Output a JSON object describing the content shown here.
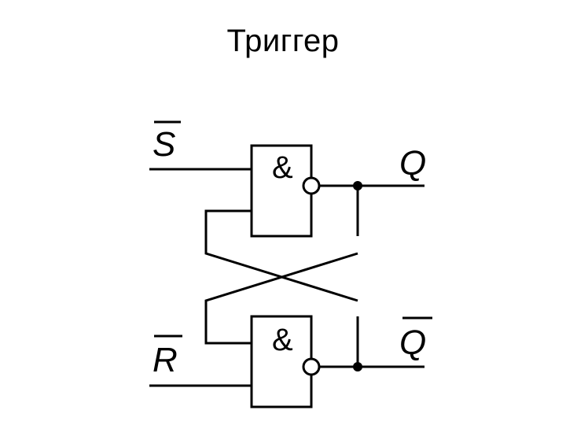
{
  "title": "Триггер",
  "diagram": {
    "gates": [
      {
        "symbol": "&"
      },
      {
        "symbol": "&"
      }
    ],
    "inputs": {
      "set": "S",
      "reset": "R"
    },
    "outputs": {
      "q": "Q",
      "q_inverted": "Q"
    },
    "colors": {
      "stroke": "#000000",
      "background": "#ffffff"
    }
  }
}
